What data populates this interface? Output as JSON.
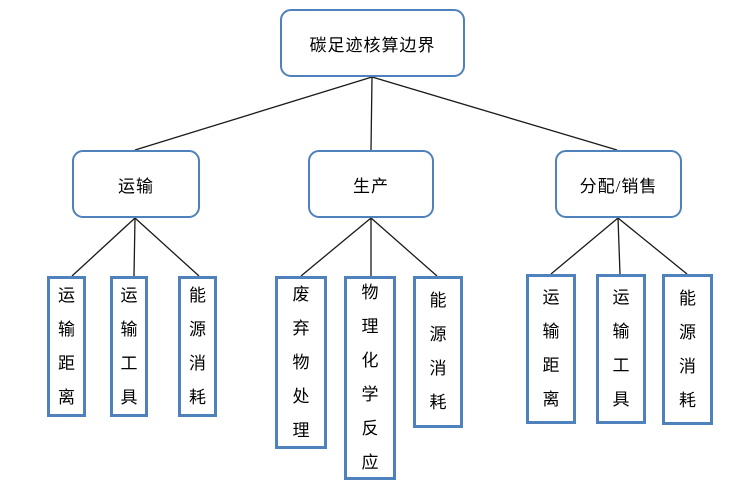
{
  "diagram": {
    "root": {
      "label": "碳足迹核算边界"
    },
    "branches": [
      {
        "label": "运输",
        "children": [
          {
            "label": "运输距离"
          },
          {
            "label": "运输工具"
          },
          {
            "label": "能源消耗"
          }
        ]
      },
      {
        "label": "生产",
        "children": [
          {
            "label": "废弃物处理"
          },
          {
            "label": "物理化学反应"
          },
          {
            "label": "能源消耗"
          }
        ]
      },
      {
        "label": "分配/销售",
        "children": [
          {
            "label": "运输距离"
          },
          {
            "label": "运输工具"
          },
          {
            "label": "能源消耗"
          }
        ]
      }
    ],
    "colors": {
      "box_border": "#4f81bd",
      "connector_line": "#1a1a1a",
      "text": "#000000",
      "background": "#ffffff"
    }
  }
}
